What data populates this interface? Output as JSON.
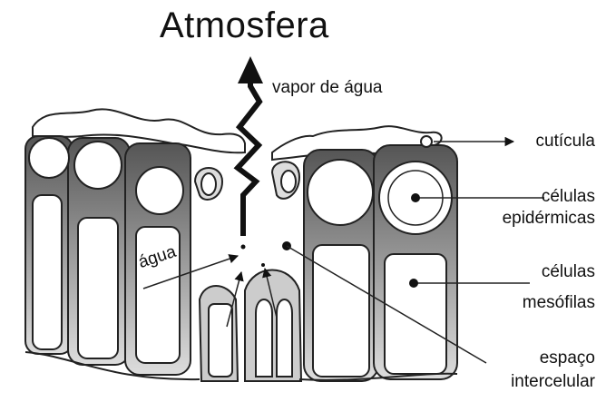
{
  "title": "Atmosfera",
  "labels": {
    "vapor": "vapor de água",
    "agua": "água",
    "cuticula": "cutícula",
    "celulas_epidermicas_1": "células",
    "celulas_epidermicas_2": "epidérmicas",
    "celulas_mesofilas_1": "células",
    "celulas_mesofilas_2": "mesófilas",
    "espaco_1": "espaço",
    "espaco_2": "intercelular"
  }
}
